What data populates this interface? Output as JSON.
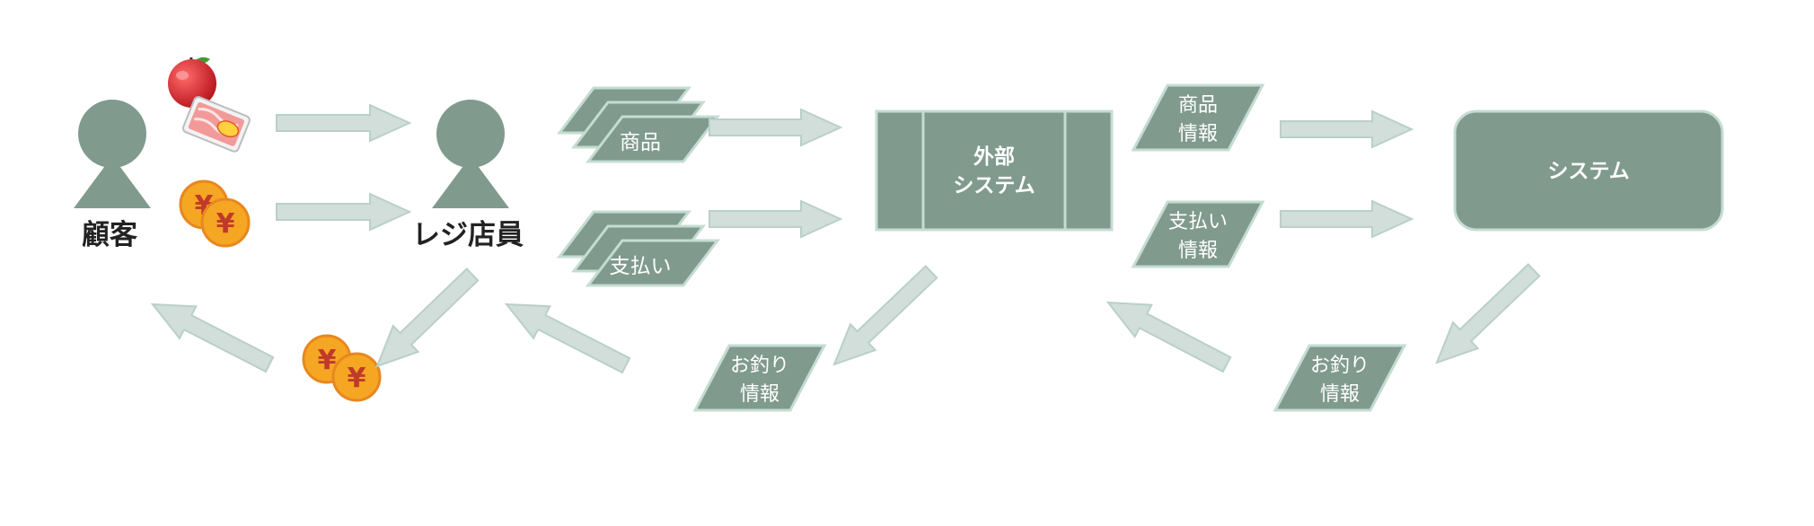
{
  "colors": {
    "shape_fill": "#809a8e",
    "shape_stroke": "#c5dcd3",
    "arrow_fill": "#d1ded9",
    "arrow_stroke": "#b9d0c7",
    "label_dark": "#222222",
    "label_light": "#ffffff",
    "coin_fill": "#f5a623",
    "coin_ring": "#e8871e",
    "coin_symbol": "#c0392b",
    "apple": "#d9232b"
  },
  "actors": {
    "customer": {
      "label": "顧客",
      "icon": "person-icon"
    },
    "cashier": {
      "label": "レジ店員",
      "icon": "person-icon"
    }
  },
  "documents": {
    "product": "商品",
    "payment": "支払い"
  },
  "external_system": {
    "line1": "外部",
    "line2": "システム"
  },
  "info": {
    "product_info": [
      "商品",
      "情報"
    ],
    "payment_info": [
      "支払い",
      "情報"
    ],
    "change_info_left": [
      "お釣り",
      "情報"
    ],
    "change_info_right": [
      "お釣り",
      "情報"
    ]
  },
  "system": {
    "label": "システム"
  },
  "icons": {
    "goods": "apple-and-meat-pack-icon",
    "coins": "yen-coins-icon",
    "coin_symbol": "¥"
  }
}
